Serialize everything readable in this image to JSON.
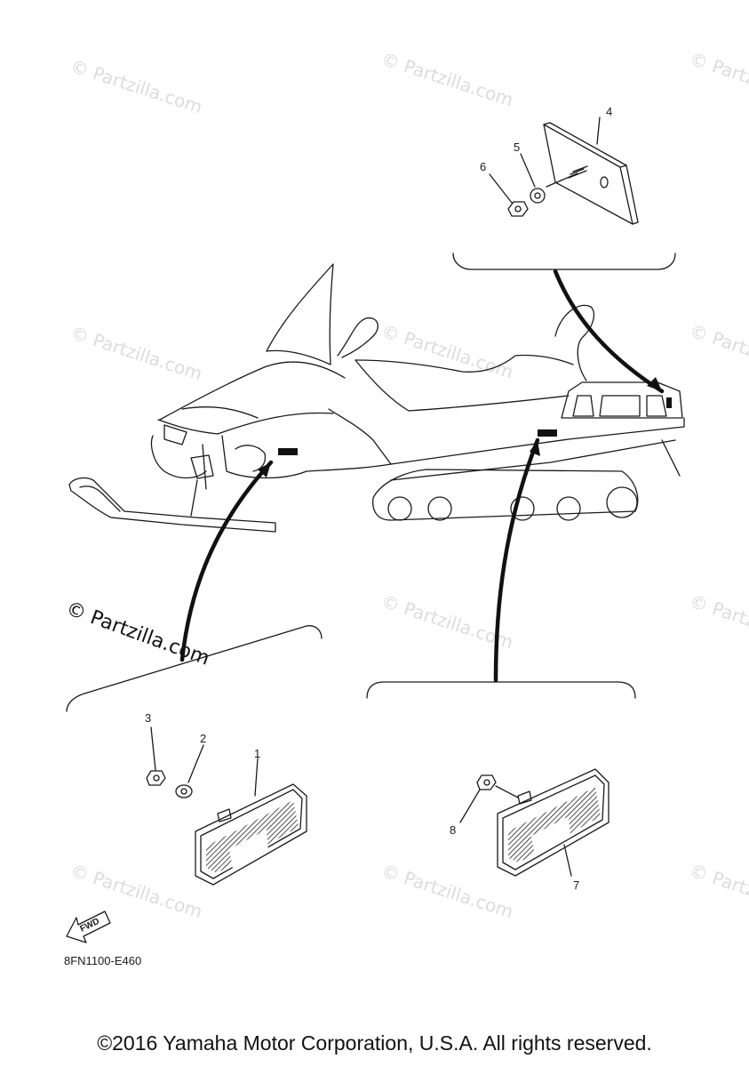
{
  "watermark": "© Partzilla.com",
  "diagram_code": "8FN1100-E460",
  "fwd_label": "FWD",
  "copyright": "©2016 Yamaha Motor Corporation, U.S.A. All rights reserved.",
  "callouts": [
    {
      "id": "1",
      "label": "1"
    },
    {
      "id": "2",
      "label": "2"
    },
    {
      "id": "3",
      "label": "3"
    },
    {
      "id": "4",
      "label": "4"
    },
    {
      "id": "5",
      "label": "5"
    },
    {
      "id": "6",
      "label": "6"
    },
    {
      "id": "7",
      "label": "7"
    },
    {
      "id": "8",
      "label": "8"
    }
  ]
}
